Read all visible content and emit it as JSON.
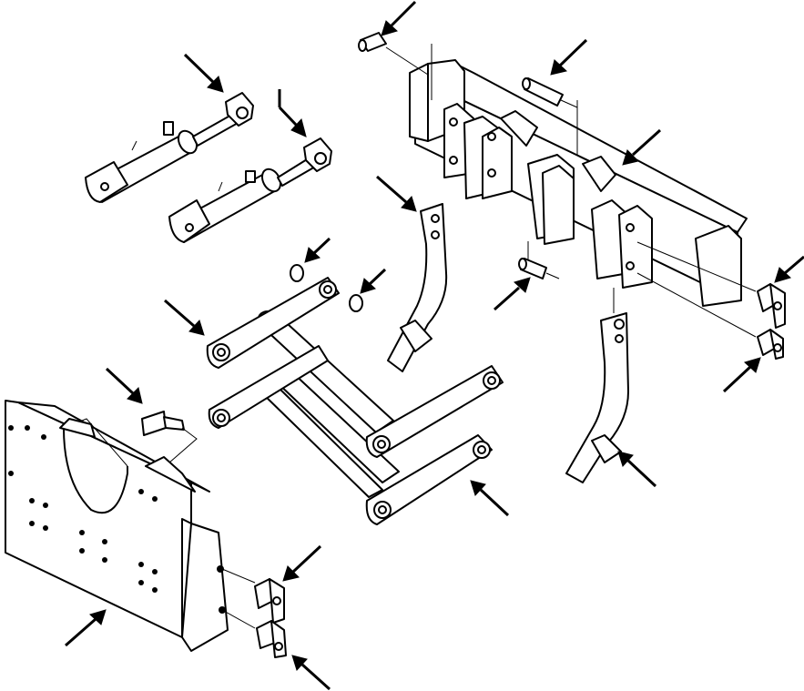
{
  "figure": {
    "kind": "exploded parts illustration",
    "labels_printed": false
  },
  "colors": {
    "line": "#000000",
    "background": "#ffffff"
  },
  "parts": [
    {
      "id": "hydraulic-cylinder",
      "count": 2
    },
    {
      "id": "o-ring",
      "count": 2
    },
    {
      "id": "link-arm",
      "count": 4
    },
    {
      "id": "cross-tube",
      "count": 3
    },
    {
      "id": "mounting-bracket",
      "count": 1
    },
    {
      "id": "shank",
      "count": 2
    },
    {
      "id": "toolbar-beam",
      "count": 1
    },
    {
      "id": "pin",
      "count": 3
    },
    {
      "id": "pin-with-tab",
      "count": 5
    }
  ],
  "callout_arrows": 17
}
